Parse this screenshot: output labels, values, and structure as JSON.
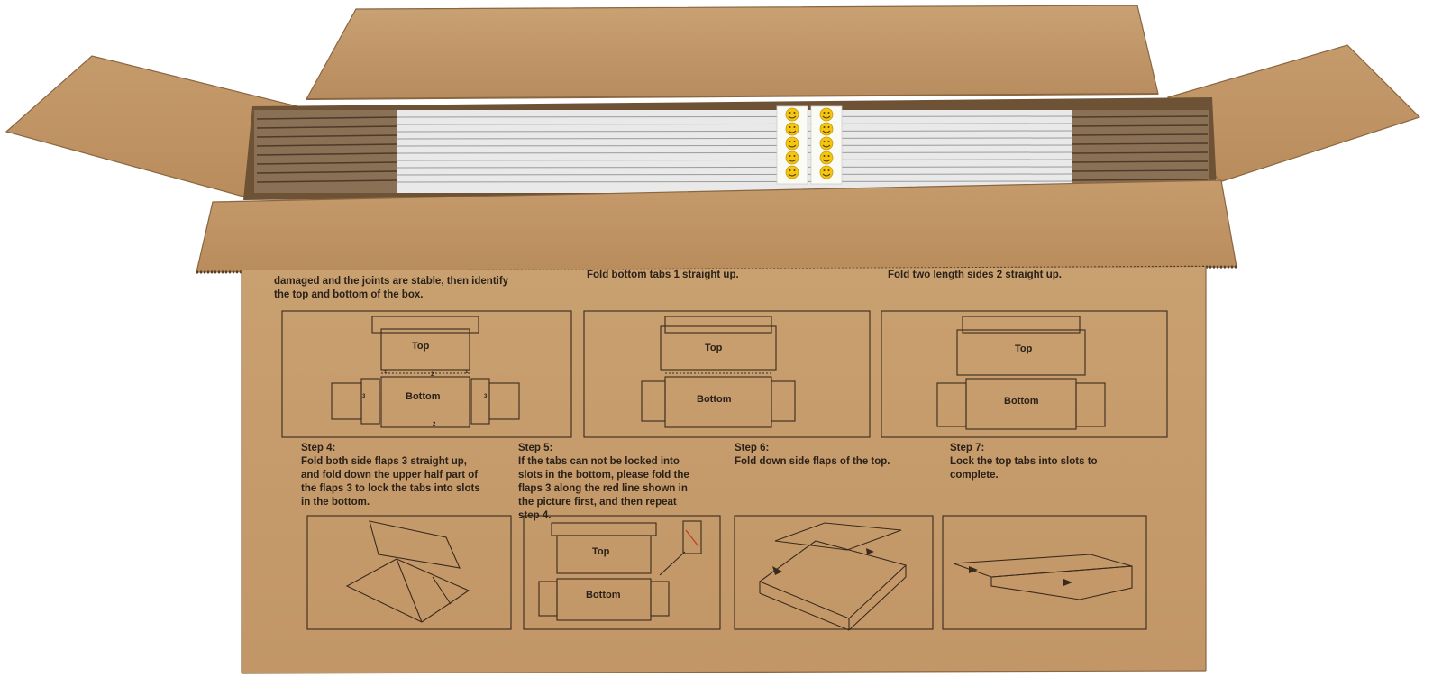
{
  "colors": {
    "cardboard": "#c49a6c",
    "cardboard_dark": "#a97e51",
    "cardboard_shadow": "#8a6641",
    "print_ink": "#3a2a1c",
    "sticker": "#f3c614",
    "mailer_white": "#f1f1f1"
  },
  "instructions": {
    "step1_text": "damaged and the joints are stable, then identify\nthe top and bottom of the box.",
    "step2_text": "Fold bottom tabs 1 straight up.",
    "step3_text": "Fold two length sides 2 straight up.",
    "step4_title": "Step 4:",
    "step4_text": "Fold both side flaps 3 straight up,\nand fold down the upper half part of\nthe flaps 3 to lock the tabs into slots\nin the bottom.",
    "step5_title": "Step 5:",
    "step5_text": "If the tabs can not be locked into\nslots in the bottom, please fold the\nflaps 3 along the red line shown in\nthe picture first, and then repeat\nstep 4.",
    "step6_title": "Step 6:",
    "step6_text": "Fold down side flaps of the top.",
    "step7_title": "Step 7:",
    "step7_text": "Lock the top tabs into slots to\ncomplete."
  },
  "diagram_labels": {
    "top": "Top",
    "bottom": "Bottom",
    "n1": "1",
    "n2": "2",
    "n3": "3"
  }
}
